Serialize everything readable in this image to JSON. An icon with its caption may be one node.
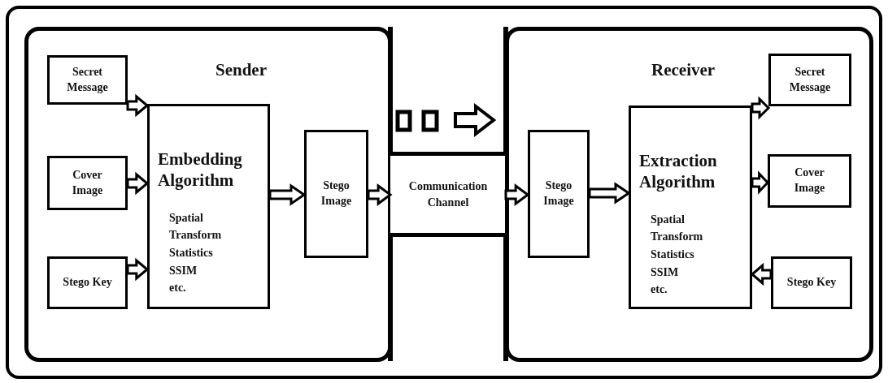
{
  "diagram": {
    "nodes": [
      {
        "text": [
          "Sender"
        ]
      },
      {
        "text": [
          "Secret Message"
        ],
        "in": 0
      },
      {
        "text": [
          "Cover Image"
        ],
        "in": 0
      },
      {
        "text": [
          "Stego Key"
        ],
        "in": 0
      },
      {
        "text": [
          "Embedding Algorithm",
          "Spatial Transform Statistics SSIM etc."
        ],
        "in": 0
      },
      {
        "text": [
          "Stego Image"
        ],
        "in": 0
      },
      {
        "text": [
          "Communication Channel"
        ]
      },
      {
        "text": [
          "Receiver"
        ]
      },
      {
        "text": [
          "Stego Image"
        ],
        "in": 7
      },
      {
        "text": [
          "Extraction Algorithm",
          "Spatial Transform Statistics SSIM etc."
        ],
        "in": 7
      },
      {
        "text": [
          "Secret Message"
        ],
        "in": 7
      },
      {
        "text": [
          "Cover Image"
        ],
        "in": 7
      },
      {
        "text": [
          "Stego Key"
        ],
        "in": 7
      }
    ],
    "edges": [
      {
        "from": 1,
        "to": 4,
        "arrow": "to"
      },
      {
        "from": 2,
        "to": 4,
        "arrow": "to"
      },
      {
        "from": 3,
        "to": 4,
        "arrow": "to"
      },
      {
        "from": 4,
        "to": 5,
        "arrow": "to"
      },
      {
        "from": 5,
        "to": 6,
        "arrow": "to"
      },
      {
        "from": 6,
        "to": 8,
        "arrow": "to"
      },
      {
        "from": 8,
        "to": 9,
        "arrow": "to"
      },
      {
        "from": 9,
        "to": 10,
        "arrow": "to"
      },
      {
        "from": 9,
        "to": 11,
        "arrow": "to"
      },
      {
        "from": 12,
        "to": 9,
        "arrow": "to"
      }
    ]
  }
}
